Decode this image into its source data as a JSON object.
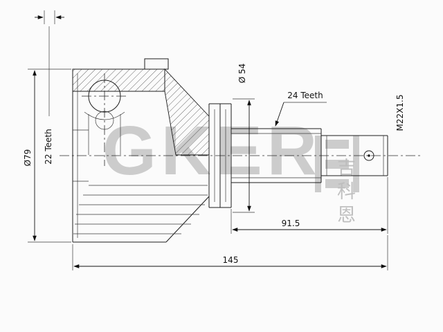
{
  "drawing": {
    "labels": {
      "dia_outer": "Ø79",
      "inner_teeth": "22 Teeth",
      "dia_mid": "Ø 54",
      "outer_teeth": "24 Teeth",
      "thread_spec": "M22X1.5",
      "len_shaft": "91.5",
      "len_total": "145"
    },
    "colors": {
      "line": "#1c1c1c",
      "background": "#fbfbfb",
      "watermark": "#c7c7c7"
    }
  },
  "watermark": {
    "brand": "GKER",
    "cn": "吉科恩"
  }
}
